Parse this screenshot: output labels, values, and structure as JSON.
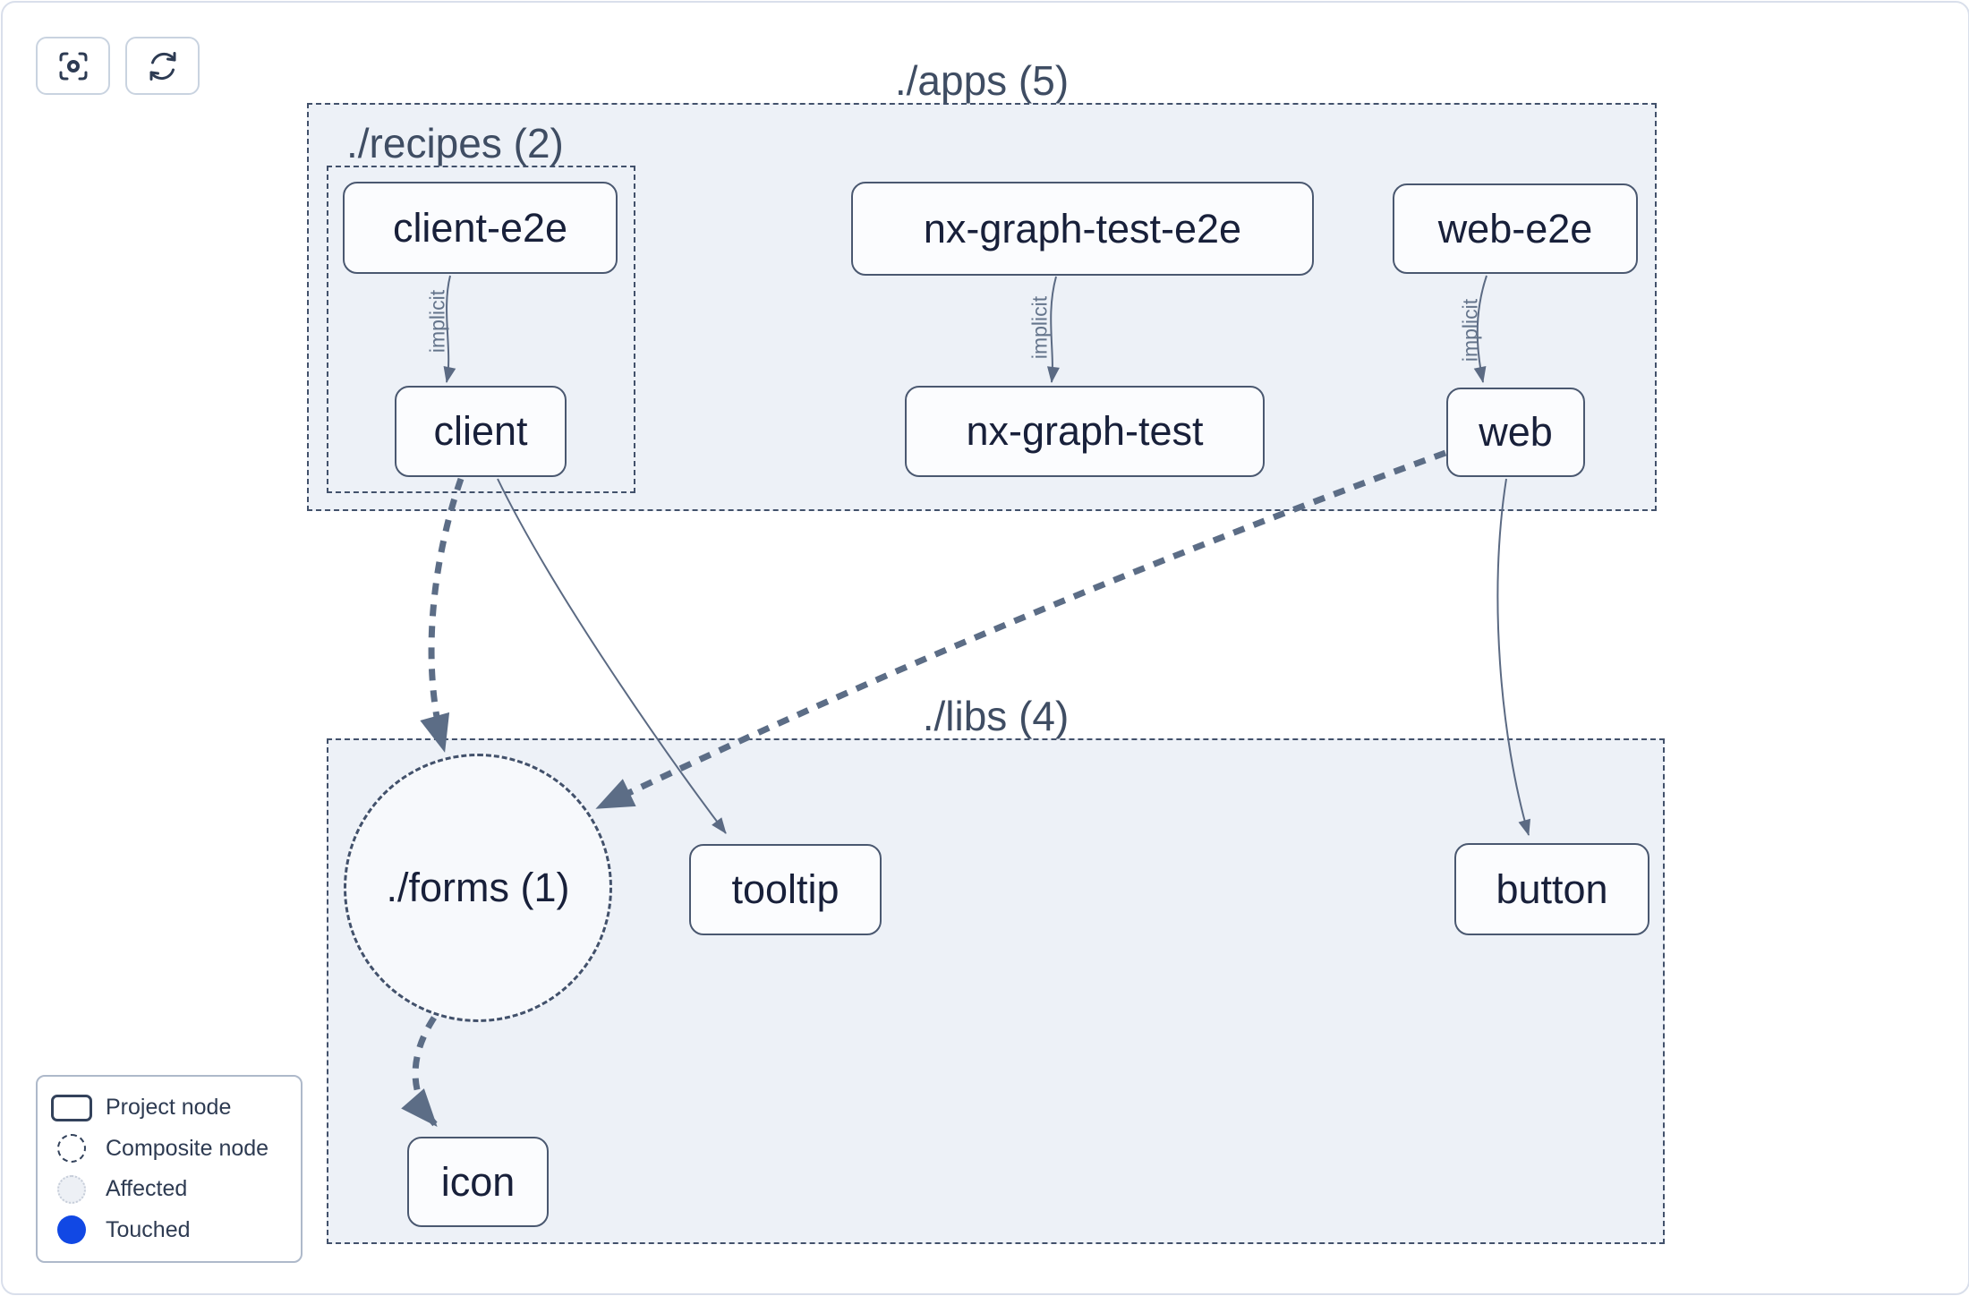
{
  "toolbar": {
    "buttons": [
      {
        "icon": "focus-icon",
        "name": "focus"
      },
      {
        "icon": "refresh-icon",
        "name": "refresh"
      }
    ]
  },
  "groups": {
    "apps": {
      "label": "./apps (5)"
    },
    "recipes": {
      "label": "./recipes (2)"
    },
    "libs": {
      "label": "./libs (4)"
    }
  },
  "nodes": [
    {
      "id": "client-e2e",
      "label": "client-e2e"
    },
    {
      "id": "nx-graph-test-e2e",
      "label": "nx-graph-test-e2e"
    },
    {
      "id": "web-e2e",
      "label": "web-e2e"
    },
    {
      "id": "client",
      "label": "client"
    },
    {
      "id": "nx-graph-test",
      "label": "nx-graph-test"
    },
    {
      "id": "web",
      "label": "web"
    },
    {
      "id": "tooltip",
      "label": "tooltip"
    },
    {
      "id": "button",
      "label": "button"
    },
    {
      "id": "icon",
      "label": "icon"
    }
  ],
  "composite_nodes": [
    {
      "id": "forms",
      "label": "./forms (1)"
    }
  ],
  "edges": [
    {
      "from": "client-e2e",
      "to": "client",
      "label": "implicit",
      "style": "thin"
    },
    {
      "from": "nx-graph-test-e2e",
      "to": "nx-graph-test",
      "label": "implicit",
      "style": "thin"
    },
    {
      "from": "web-e2e",
      "to": "web",
      "label": "implicit",
      "style": "thin"
    },
    {
      "from": "client",
      "to": "./forms (1)",
      "label": "",
      "style": "thick-dashed"
    },
    {
      "from": "client",
      "to": "tooltip",
      "label": "",
      "style": "thin"
    },
    {
      "from": "web",
      "to": "./forms (1)",
      "label": "",
      "style": "thick-dashed"
    },
    {
      "from": "web",
      "to": "button",
      "label": "",
      "style": "thin"
    },
    {
      "from": "./forms (1)",
      "to": "icon",
      "label": "",
      "style": "thick-dashed"
    }
  ],
  "legend": {
    "items": [
      {
        "label": "Project node"
      },
      {
        "label": "Composite node"
      },
      {
        "label": "Affected"
      },
      {
        "label": "Touched"
      }
    ]
  },
  "colors": {
    "touched_blue": "#1148e4",
    "container_fill": "#edf1f7",
    "dashed_border": "#42516b",
    "edge": "#5c6d86",
    "node_text": "#18203a"
  }
}
